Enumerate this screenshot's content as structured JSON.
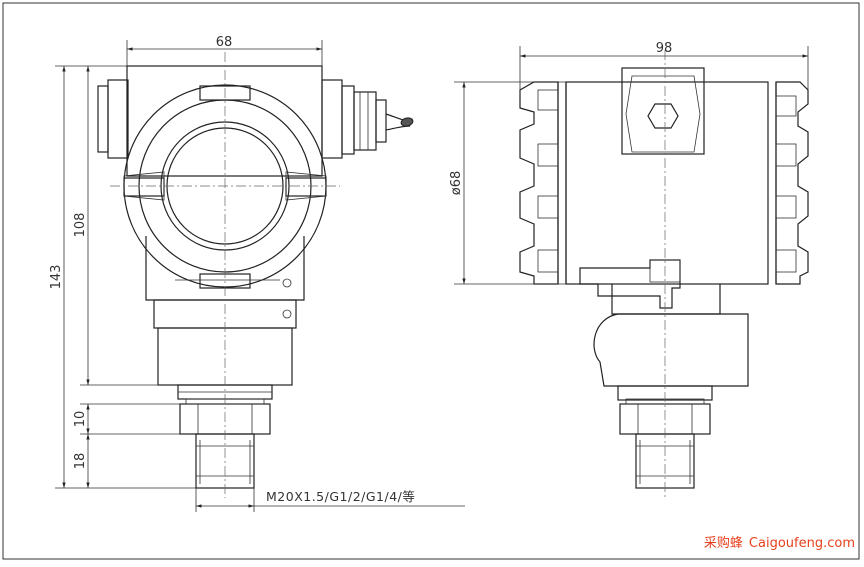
{
  "dimensions": {
    "front_width": "68",
    "front_overall_height": "143",
    "front_body_height": "108",
    "front_hex_height": "10",
    "front_fitting_height": "18",
    "side_width": "98",
    "side_diameter": "ø68"
  },
  "thread_note": "M20X1.5/G1/2/G1/4/等",
  "watermark": {
    "cn": "采购蜂",
    "en": "Caigoufeng.com",
    "color": "#e8401c"
  }
}
